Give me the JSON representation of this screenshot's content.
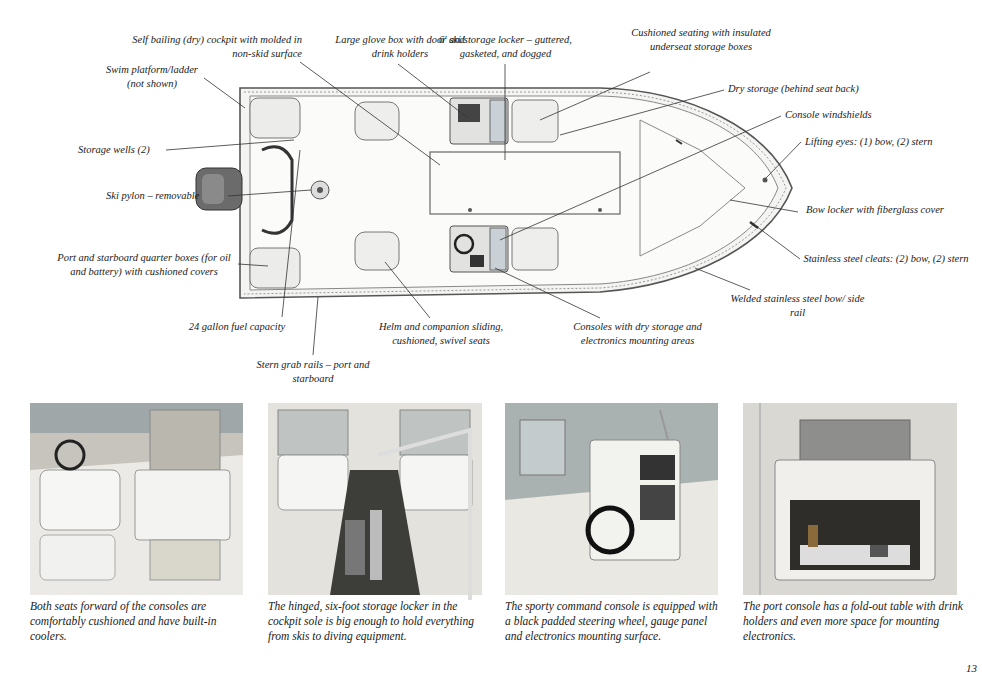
{
  "diagram": {
    "labels": [
      "Self bailing (dry) cockpit with molded in non-skid surface",
      "Large glove box with door and drink holders",
      "6' ski/storage locker – guttered, gasketed, and dogged",
      "Cushioned seating with insulated underseat storage boxes",
      "Dry storage (behind seat back)",
      "Console windshields",
      "Lifting eyes: (1) bow, (2) stern",
      "Bow locker with fiberglass cover",
      "Stainless steel cleats: (2) bow, (2) stern",
      "Welded stainless steel bow/ side rail",
      "Consoles with dry storage and electronics mounting areas",
      "Helm and companion sliding, cushioned, swivel seats",
      "Stern grab rails – port and starboard",
      "24 gallon fuel capacity",
      "Port and starboard quarter boxes (for oil and battery) with cushioned covers",
      "Ski pylon – removable",
      "Storage wells (2)",
      "Swim platform/ladder (not shown)",
      "Both seats forward of the consoles are comfortably cushioned and have built-in coolers.",
      "The hinged, six-foot storage locker in the cockpit sole is big enough to hold everything from skis to diving equipment.",
      "The sporty command console is equipped with a black padded steering wheel, gauge panel and electronics mounting surface.",
      "The port console has a fold-out table with drink holders and even more space for mounting electronics.",
      "13"
    ]
  }
}
